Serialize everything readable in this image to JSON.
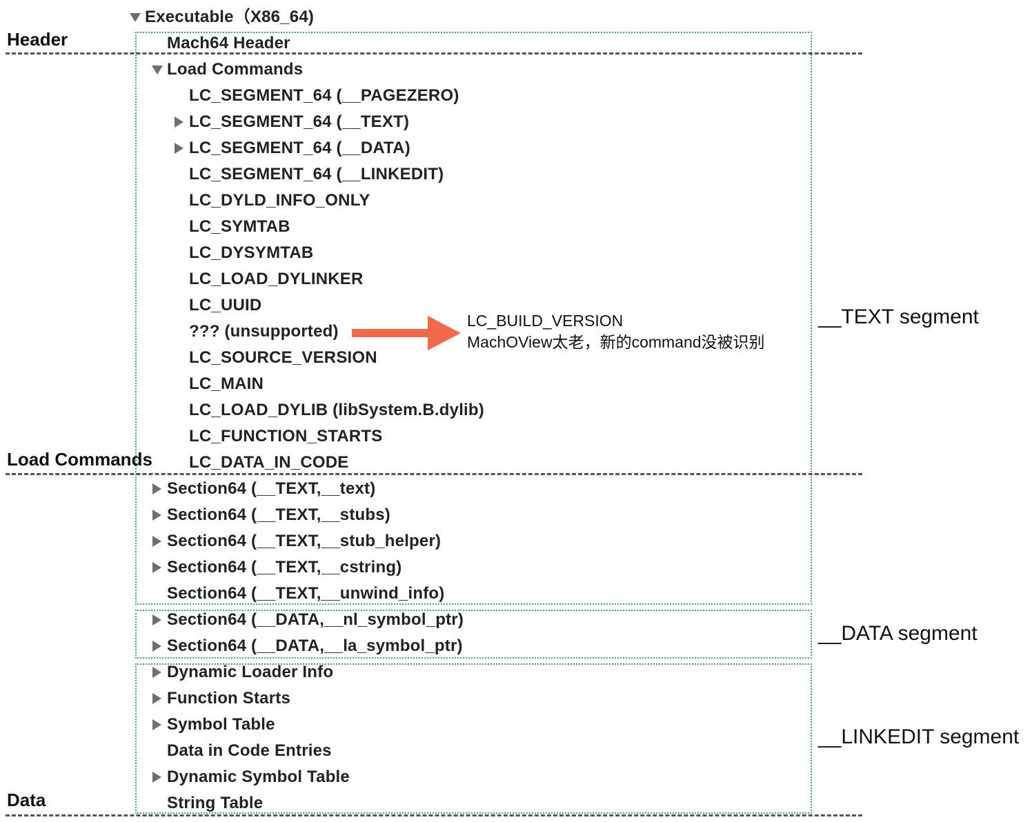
{
  "regions": {
    "header": "Header",
    "load_commands": "Load Commands",
    "data": "Data"
  },
  "segments": {
    "text": "__TEXT segment",
    "data": "__DATA segment",
    "linkedit": "__LINKEDIT segment"
  },
  "annotation": {
    "line1": "LC_BUILD_VERSION",
    "line2": "MachOView太老，新的command没被识别",
    "arrow_color": "#f26a4b"
  },
  "colors": {
    "segment_box": "#3aa39a",
    "divider": "#555555",
    "disclosure": "#6e6e6e"
  },
  "tree": [
    {
      "label": "Executable（X86_64)",
      "disclosure": "expanded"
    },
    {
      "label": "Mach64 Header",
      "disclosure": "none"
    },
    {
      "label": "Load Commands",
      "disclosure": "expanded"
    },
    {
      "label": "LC_SEGMENT_64 (__PAGEZERO)",
      "disclosure": "none"
    },
    {
      "label": "LC_SEGMENT_64 (__TEXT)",
      "disclosure": "collapsed"
    },
    {
      "label": "LC_SEGMENT_64 (__DATA)",
      "disclosure": "collapsed"
    },
    {
      "label": "LC_SEGMENT_64 (__LINKEDIT)",
      "disclosure": "none"
    },
    {
      "label": "LC_DYLD_INFO_ONLY",
      "disclosure": "none"
    },
    {
      "label": "LC_SYMTAB",
      "disclosure": "none"
    },
    {
      "label": "LC_DYSYMTAB",
      "disclosure": "none"
    },
    {
      "label": "LC_LOAD_DYLINKER",
      "disclosure": "none"
    },
    {
      "label": "LC_UUID",
      "disclosure": "none"
    },
    {
      "label": "??? (unsupported)",
      "disclosure": "none"
    },
    {
      "label": "LC_SOURCE_VERSION",
      "disclosure": "none"
    },
    {
      "label": "LC_MAIN",
      "disclosure": "none"
    },
    {
      "label": "LC_LOAD_DYLIB (libSystem.B.dylib)",
      "disclosure": "none"
    },
    {
      "label": "LC_FUNCTION_STARTS",
      "disclosure": "none"
    },
    {
      "label": "LC_DATA_IN_CODE",
      "disclosure": "none"
    },
    {
      "label": "Section64 (__TEXT,__text)",
      "disclosure": "collapsed"
    },
    {
      "label": "Section64 (__TEXT,__stubs)",
      "disclosure": "collapsed"
    },
    {
      "label": "Section64 (__TEXT,__stub_helper)",
      "disclosure": "collapsed"
    },
    {
      "label": "Section64 (__TEXT,__cstring)",
      "disclosure": "collapsed"
    },
    {
      "label": "Section64 (__TEXT,__unwind_info)",
      "disclosure": "none"
    },
    {
      "label": "Section64 (__DATA,__nl_symbol_ptr)",
      "disclosure": "collapsed"
    },
    {
      "label": "Section64 (__DATA,__la_symbol_ptr)",
      "disclosure": "collapsed"
    },
    {
      "label": "Dynamic Loader Info",
      "disclosure": "collapsed"
    },
    {
      "label": "Function Starts",
      "disclosure": "collapsed"
    },
    {
      "label": "Symbol Table",
      "disclosure": "collapsed"
    },
    {
      "label": "Data in Code Entries",
      "disclosure": "none"
    },
    {
      "label": "Dynamic Symbol Table",
      "disclosure": "collapsed"
    },
    {
      "label": "String Table",
      "disclosure": "none"
    }
  ]
}
